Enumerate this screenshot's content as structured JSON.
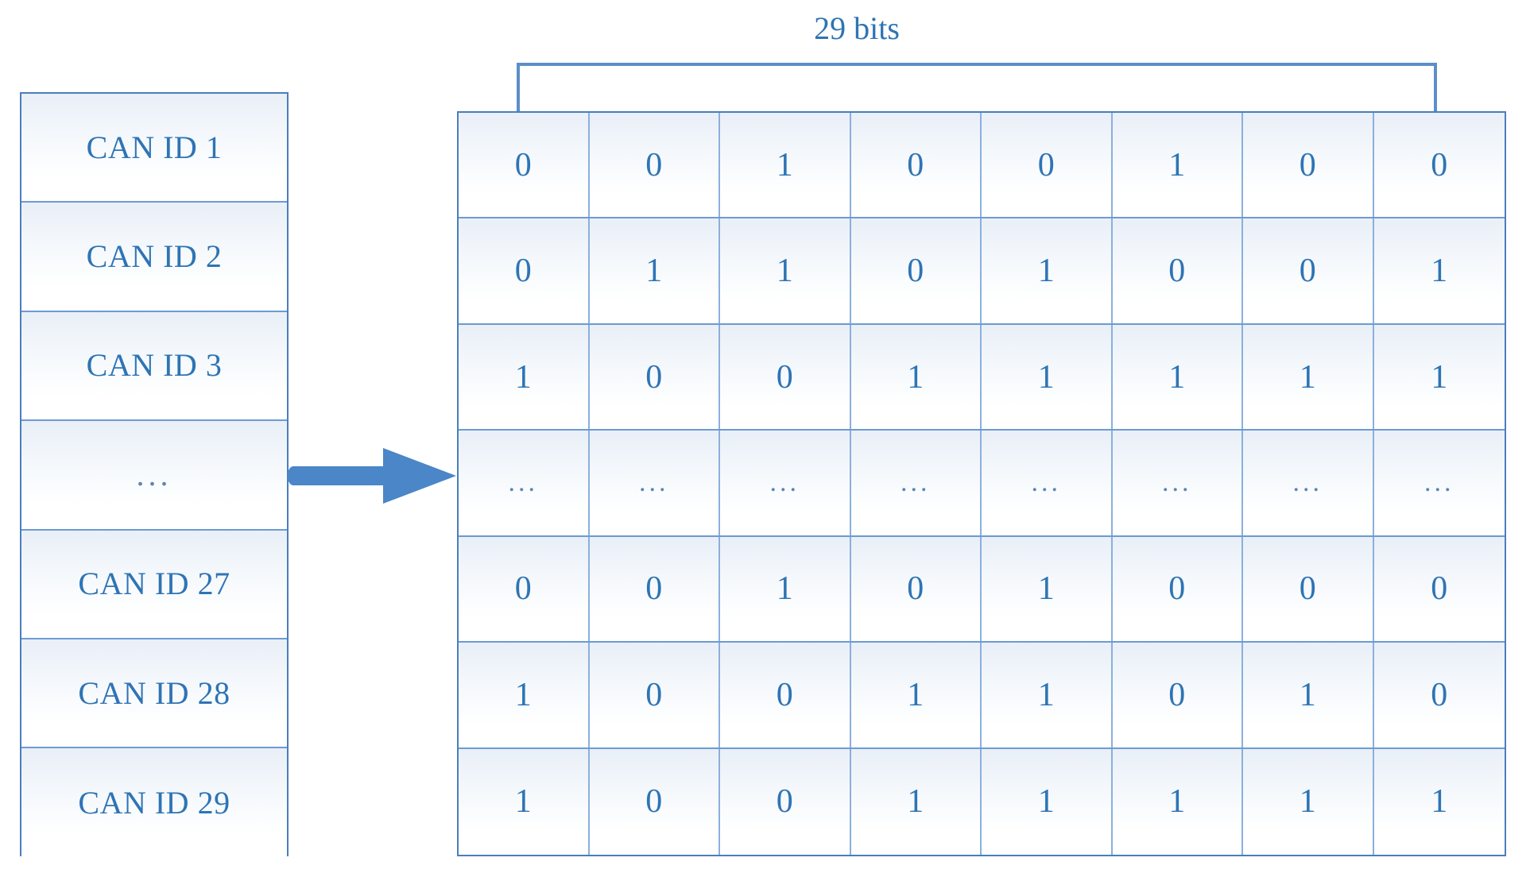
{
  "colors": {
    "text_blue": "#2e74b5",
    "border_blue": "#4a7ebb",
    "grid_blue": "#6c9bd2",
    "arrow_blue": "#4a86c8",
    "cell_gradient_top": "#e9eff7",
    "cell_gradient_bottom": "#ffffff"
  },
  "left_table": {
    "name": "can-id-list",
    "rows": [
      {
        "label": "CAN ID 1",
        "is_ellipsis": false
      },
      {
        "label": "CAN ID 2",
        "is_ellipsis": false
      },
      {
        "label": "CAN ID 3",
        "is_ellipsis": false
      },
      {
        "label": "...",
        "is_ellipsis": true
      },
      {
        "label": "CAN ID 27",
        "is_ellipsis": false
      },
      {
        "label": "CAN ID 28",
        "is_ellipsis": false
      },
      {
        "label": "CAN ID 29",
        "is_ellipsis": false
      }
    ]
  },
  "arrow": {
    "name": "transform-arrow",
    "direction": "right",
    "color": "#4a86c8"
  },
  "bracket": {
    "label": "29 bits",
    "name": "bit-width-bracket"
  },
  "right_table": {
    "name": "bit-matrix",
    "columns": 8,
    "rows": [
      {
        "id": "CAN ID 1",
        "bits": [
          "0",
          "0",
          "1",
          "0",
          "0",
          "1",
          "0",
          "0"
        ],
        "is_ellipsis": false
      },
      {
        "id": "CAN ID 2",
        "bits": [
          "0",
          "1",
          "1",
          "0",
          "1",
          "0",
          "0",
          "1"
        ],
        "is_ellipsis": false
      },
      {
        "id": "CAN ID 3",
        "bits": [
          "1",
          "0",
          "0",
          "1",
          "1",
          "1",
          "1",
          "1"
        ],
        "is_ellipsis": false
      },
      {
        "id": "...",
        "bits": [
          "...",
          "...",
          "...",
          "...",
          "...",
          "...",
          "...",
          "..."
        ],
        "is_ellipsis": true
      },
      {
        "id": "CAN ID 27",
        "bits": [
          "0",
          "0",
          "1",
          "0",
          "1",
          "0",
          "0",
          "0"
        ],
        "is_ellipsis": false
      },
      {
        "id": "CAN ID 28",
        "bits": [
          "1",
          "0",
          "0",
          "1",
          "1",
          "0",
          "1",
          "0"
        ],
        "is_ellipsis": false
      },
      {
        "id": "CAN ID 29",
        "bits": [
          "1",
          "0",
          "0",
          "1",
          "1",
          "1",
          "1",
          "1"
        ],
        "is_ellipsis": false
      }
    ]
  }
}
